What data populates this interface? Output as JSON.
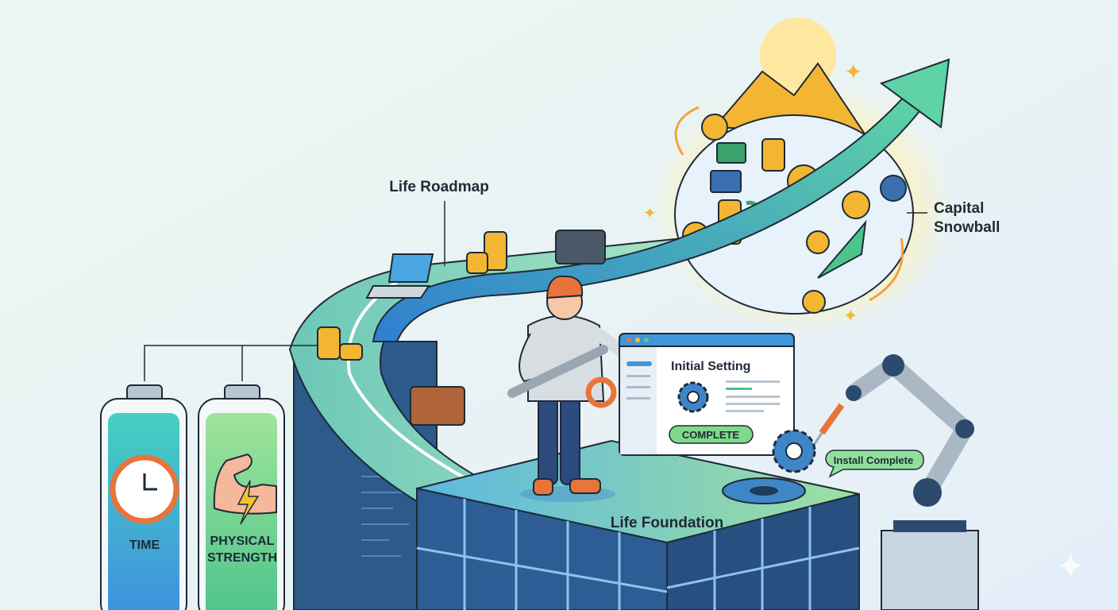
{
  "labels": {
    "roadmap": "Life Roadmap",
    "capital_line1": "Capital",
    "capital_line2": "Snowball",
    "foundation": "Life Foundation",
    "time": "TIME",
    "strength_line1": "PHYSICAL",
    "strength_line2": "STRENGTH"
  },
  "window": {
    "title": "Initial Setting",
    "button": "COMPLETE"
  },
  "robot": {
    "bubble": "Install Complete"
  },
  "colors": {
    "accent_blue": "#3f86c8",
    "accent_green": "#7fd98a",
    "orange": "#e8743b",
    "gold": "#f2b632",
    "navy": "#2c4a6e"
  }
}
